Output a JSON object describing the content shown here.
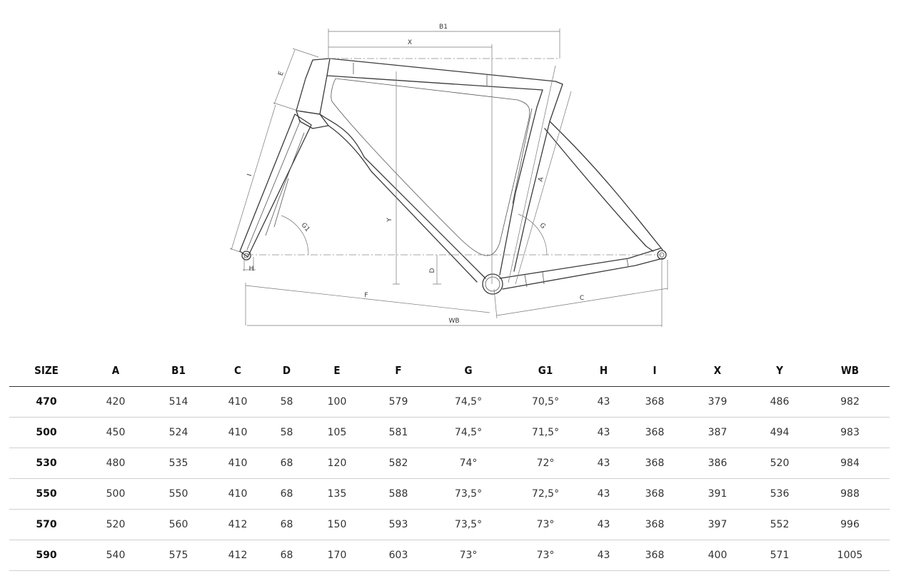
{
  "diagram": {
    "labels": {
      "b1": "B1",
      "x": "X",
      "e": "E",
      "i": "I",
      "g1": "G1",
      "h": "H",
      "y": "Y",
      "d": "D",
      "a": "A",
      "g": "G",
      "f": "F",
      "c": "C",
      "wb": "WB"
    }
  },
  "table": {
    "headers": [
      "SIZE",
      "A",
      "B1",
      "C",
      "D",
      "E",
      "F",
      "G",
      "G1",
      "H",
      "I",
      "X",
      "Y",
      "WB"
    ],
    "rows": [
      [
        "470",
        "420",
        "514",
        "410",
        "58",
        "100",
        "579",
        "74,5°",
        "70,5°",
        "43",
        "368",
        "379",
        "486",
        "982"
      ],
      [
        "500",
        "450",
        "524",
        "410",
        "58",
        "105",
        "581",
        "74,5°",
        "71,5°",
        "43",
        "368",
        "387",
        "494",
        "983"
      ],
      [
        "530",
        "480",
        "535",
        "410",
        "68",
        "120",
        "582",
        "74°",
        "72°",
        "43",
        "368",
        "386",
        "520",
        "984"
      ],
      [
        "550",
        "500",
        "550",
        "410",
        "68",
        "135",
        "588",
        "73,5°",
        "72,5°",
        "43",
        "368",
        "391",
        "536",
        "988"
      ],
      [
        "570",
        "520",
        "560",
        "412",
        "68",
        "150",
        "593",
        "73,5°",
        "73°",
        "43",
        "368",
        "397",
        "552",
        "996"
      ],
      [
        "590",
        "540",
        "575",
        "412",
        "68",
        "170",
        "603",
        "73°",
        "73°",
        "43",
        "368",
        "400",
        "571",
        "1005"
      ]
    ]
  }
}
